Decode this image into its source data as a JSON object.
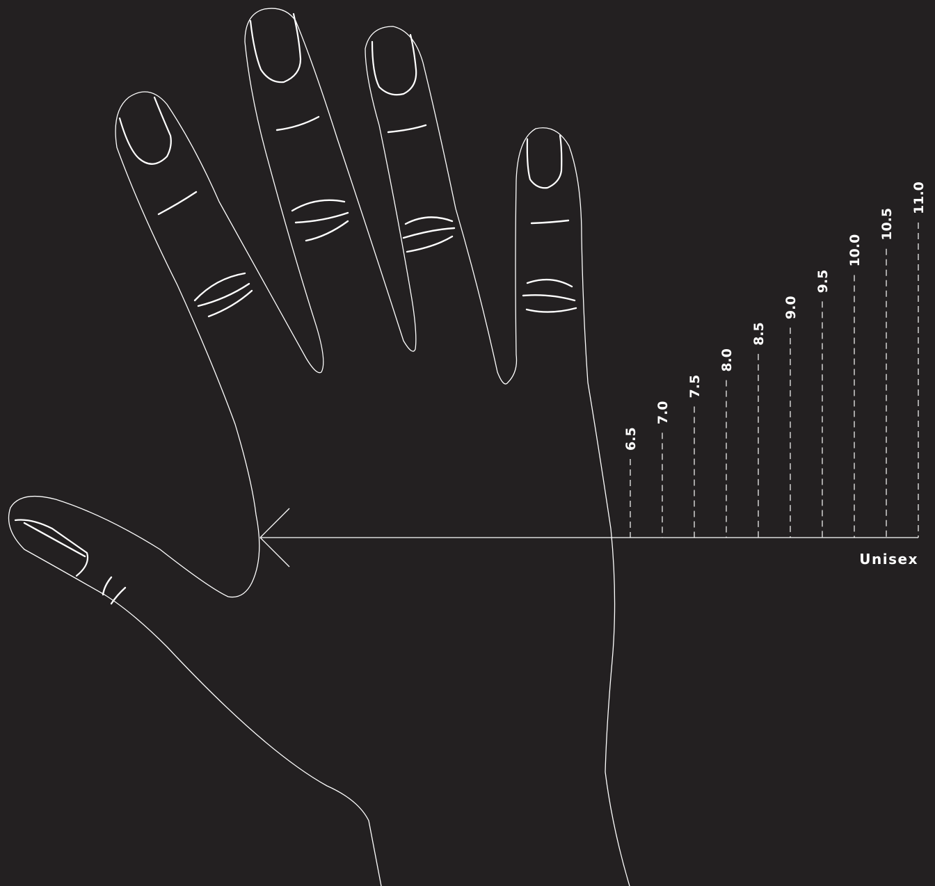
{
  "chart": {
    "gender_label": "Unisex",
    "sizes": [
      "6.5",
      "7.0",
      "7.5",
      "8.0",
      "8.5",
      "9.0",
      "9.5",
      "10.0",
      "10.5",
      "11.0"
    ]
  },
  "colors": {
    "background": "#232021",
    "line": "#ffffff"
  }
}
